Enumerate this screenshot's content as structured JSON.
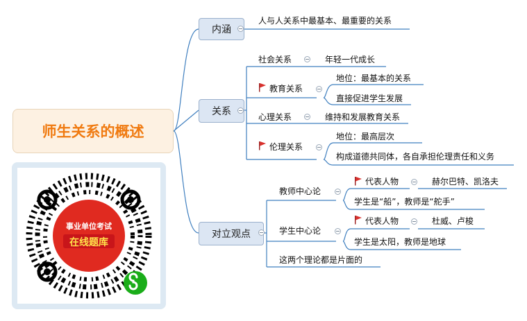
{
  "central": {
    "title": "师生关系的概述"
  },
  "branches": {
    "neihan": {
      "label": "内涵",
      "leaf": "人与人关系中最基本、最重要的关系"
    },
    "guanxi": {
      "label": "关系",
      "items": [
        {
          "label": "社会关系",
          "children": [
            "年轻一代成长"
          ]
        },
        {
          "label": "教育关系",
          "children": [
            "地位：最基本的关系",
            "直接促进学生发展"
          ]
        },
        {
          "label": "心理关系",
          "children": [
            "维持和发展教育关系"
          ]
        },
        {
          "label": "伦理关系",
          "children": [
            "地位：最高层次",
            "构成道德共同体，各自承担伦理责任和义务"
          ]
        }
      ]
    },
    "duili": {
      "label": "对立观点",
      "items": [
        {
          "label": "教师中心论",
          "rep_label": "代表人物",
          "rep_value": "赫尔巴特、凯洛夫",
          "note": "学生是“船”，教师是“舵手”"
        },
        {
          "label": "学生中心论",
          "rep_label": "代表人物",
          "rep_value": "杜威、卢梭",
          "note": "学生是太阳，教师是地球"
        }
      ],
      "summary": "这两个理论都是片面的"
    }
  },
  "qr": {
    "line1": "事业单位考试",
    "line2": "在线题库"
  },
  "colors": {
    "accent": "#f07a10",
    "line": "#3f7fbf",
    "flag": "#d9302c",
    "qr_red": "#e02a20",
    "wx_green": "#1aad19"
  },
  "icons": {
    "flag": "red-flag-icon",
    "collapse": "collapse-minus-icon",
    "miniprogram": "wechat-miniprogram-icon"
  }
}
